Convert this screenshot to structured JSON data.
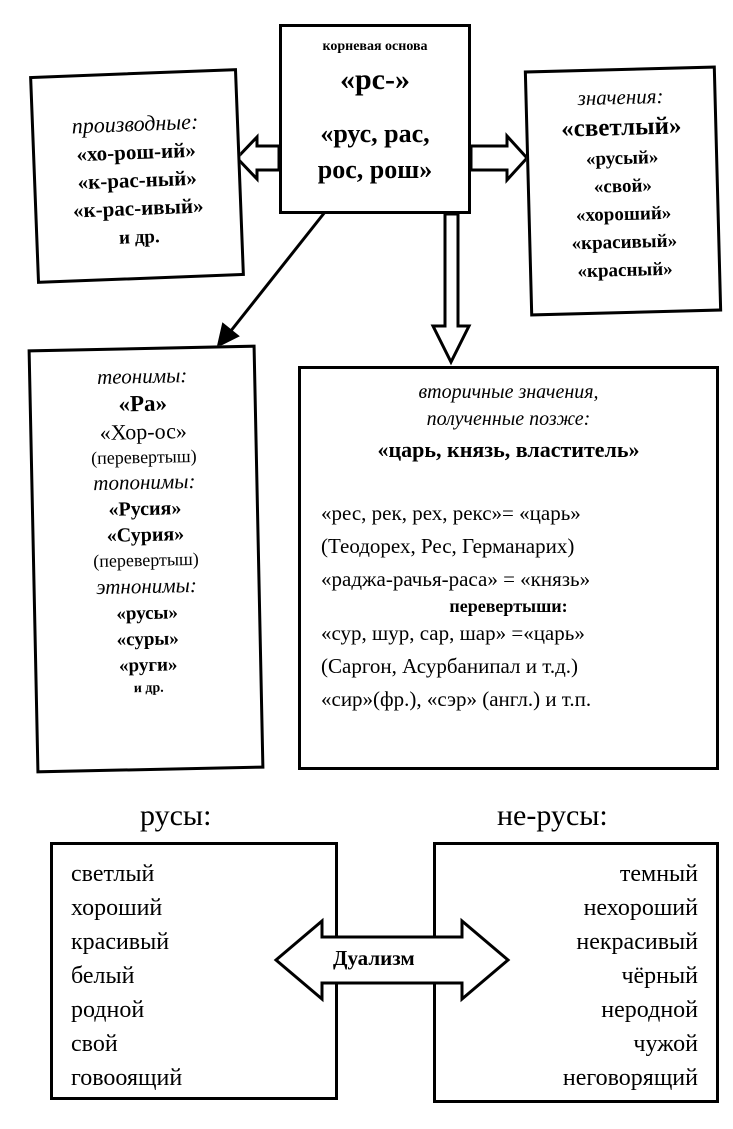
{
  "root_box": {
    "caption": "корневая основа",
    "root": "«рс-»",
    "variants_line1": "«рус, рас,",
    "variants_line2": "рос, рош»"
  },
  "derivatives_box": {
    "heading": "производные:",
    "items": [
      "«хо-рош-ий»",
      "«к-рас-ный»",
      "«к-рас-ивый»"
    ],
    "etc": "и др."
  },
  "meanings_box": {
    "heading": "значения:",
    "main": "«светлый»",
    "items": [
      "«русый»",
      "«свой»",
      "«хороший»",
      "«красивый»",
      "«красный»"
    ]
  },
  "names_box": {
    "theonyms_heading": "теонимы:",
    "theonym_1": "«Ра»",
    "theonym_2": "«Хор-ос»",
    "theonym_2_note": "(перевертыш)",
    "toponyms_heading": "топонимы:",
    "toponym_1": "«Русия»",
    "toponym_2": "«Сурия»",
    "toponym_2_note": "(перевертыш)",
    "ethnonyms_heading": "этнонимы:",
    "ethnonyms": [
      "«русы»",
      "«суры»",
      "«руги»"
    ],
    "etc": "и др."
  },
  "secondary_box": {
    "heading_1": "вторичные значения,",
    "heading_2": "полученные позже:",
    "summary": "«царь, князь, властитель»",
    "lines": [
      "«рес, рек, рех, рекс»= «царь»",
      "(Теодорех, Рес, Германарих)",
      "«раджа-рачья-раса» = «князь»"
    ],
    "reversals_heading": "перевертыши:",
    "reversal_lines": [
      "«сур, шур, сар, шар» =«царь»",
      "(Саргон, Асурбанипал и т.д.)",
      "«сир»(фр.), «сэр» (англ.) и т.п."
    ]
  },
  "dualism": {
    "left_title": "русы:",
    "right_title": "не-русы:",
    "center_label": "Дуализм",
    "left_items": [
      "светлый",
      "хороший",
      "красивый",
      "белый",
      "родной",
      "свой",
      "говооящий"
    ],
    "right_items": [
      "темный",
      "нехороший",
      "некрасивый",
      "чёрный",
      "неродной",
      "чужой",
      "неговорящий"
    ]
  }
}
